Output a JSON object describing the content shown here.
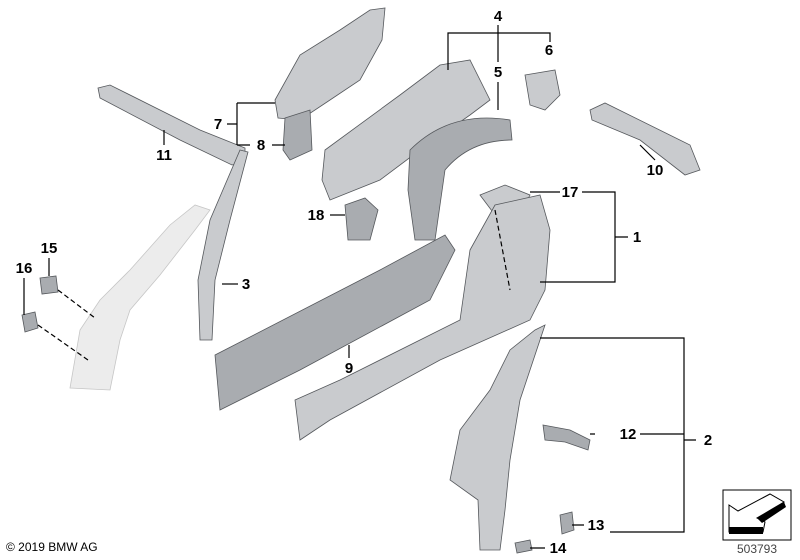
{
  "labels": {
    "p1": "1",
    "p2": "2",
    "p3": "3",
    "p4": "4",
    "p5": "5",
    "p6": "6",
    "p7": "7",
    "p8": "8",
    "p9": "9",
    "p10": "10",
    "p11": "11",
    "p12": "12",
    "p13": "13",
    "p14": "14",
    "p15": "15",
    "p16": "16",
    "p17": "17",
    "p18": "18"
  },
  "copyright": "© 2019 BMW AG",
  "diagram_code": "503793",
  "icons": {
    "direction": "arrow-left-down-icon"
  },
  "colors": {
    "part": "#c9cbce",
    "ghost": "#ececec",
    "line": "#000000"
  }
}
